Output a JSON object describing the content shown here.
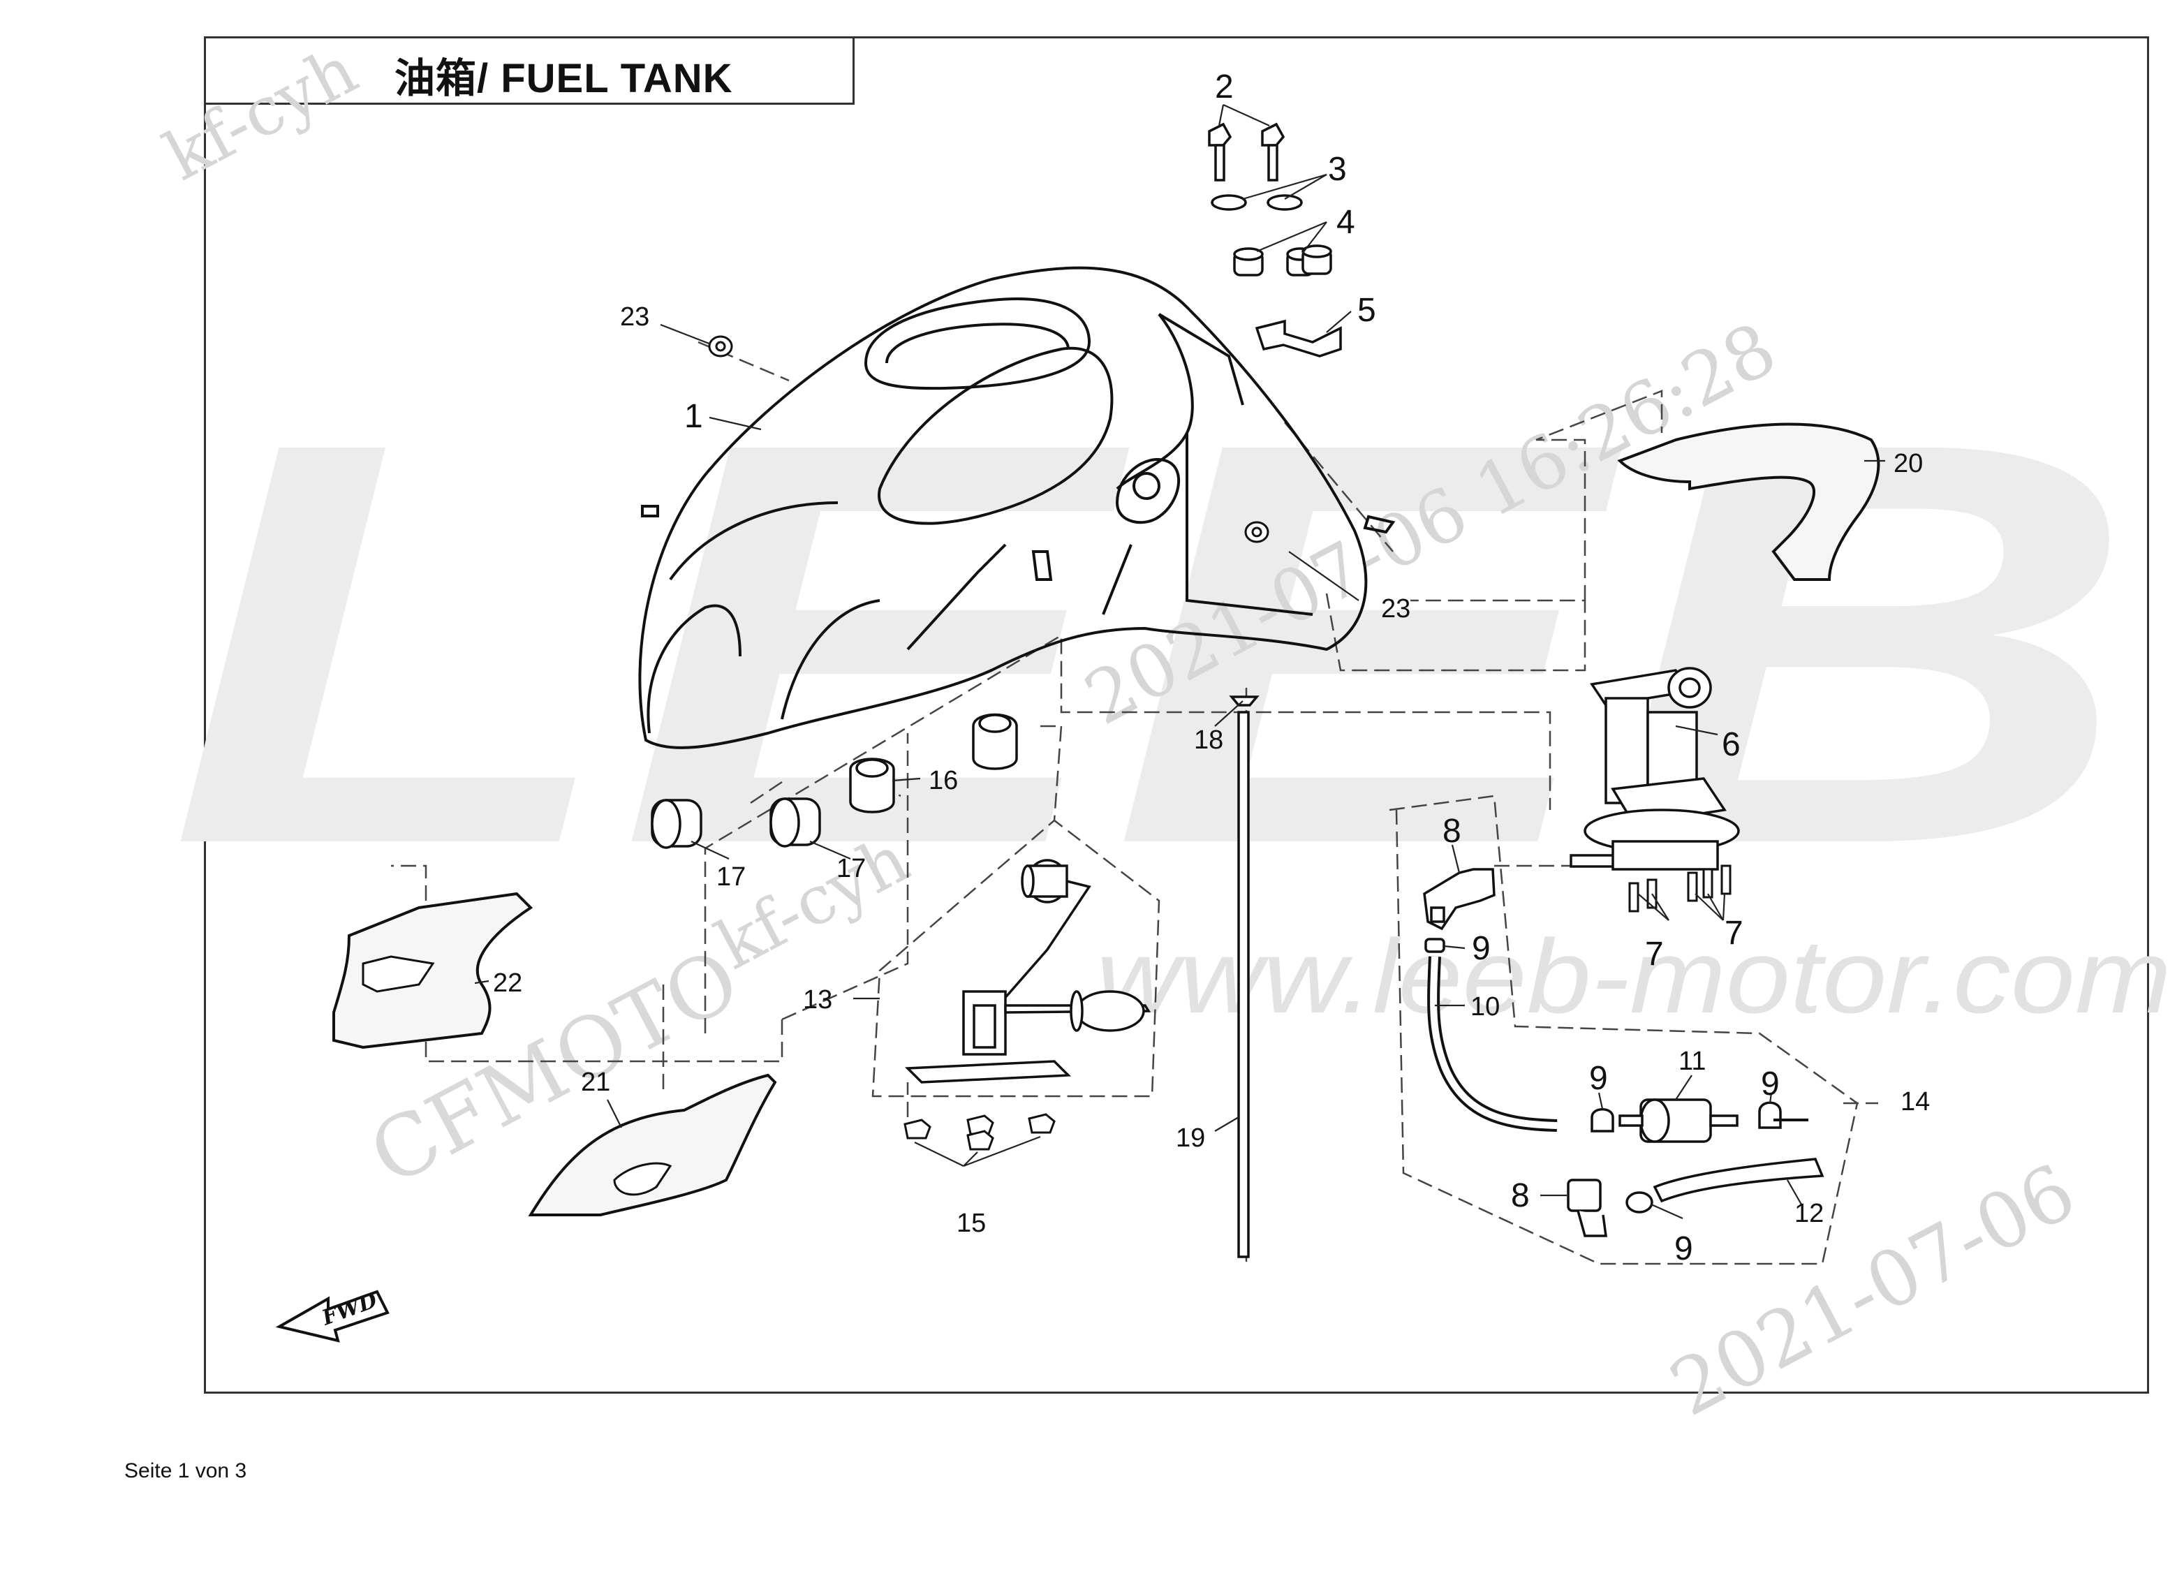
{
  "title": "油箱/ FUEL TANK",
  "footer": "Seite 1 von 3",
  "fwd_label": "FWD",
  "watermarks": {
    "brand_logo": "LEEB",
    "url": "www.leeb-motor.com",
    "maker": "CFMOTO",
    "stamps": [
      "kf-cyh",
      "kf-cyh",
      "2021-07-06  16:26:28",
      "2021-07-06"
    ]
  },
  "callouts": [
    "1",
    "2",
    "3",
    "4",
    "5",
    "6",
    "7",
    "7",
    "8",
    "8",
    "9",
    "9",
    "9",
    "9",
    "10",
    "11",
    "12",
    "13",
    "14",
    "15",
    "16",
    "17",
    "17",
    "18",
    "19",
    "20",
    "21",
    "22",
    "23",
    "23"
  ]
}
